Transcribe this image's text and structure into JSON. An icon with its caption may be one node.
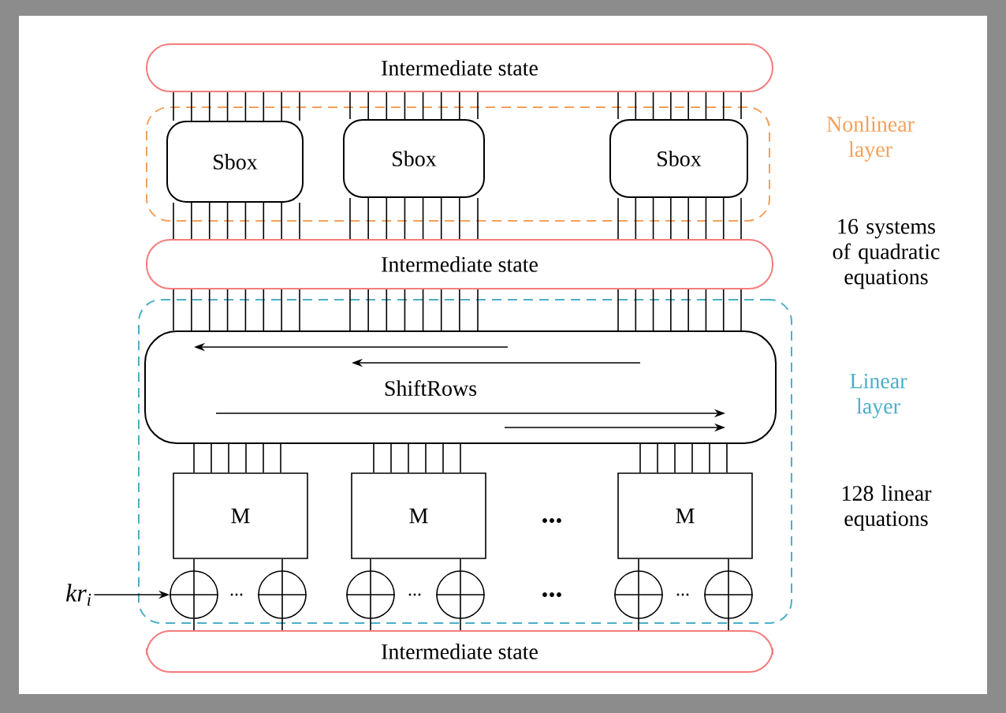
{
  "diagram": {
    "nodes": [
      {
        "text": [
          "Intermediate state"
        ]
      },
      {
        "text": [
          "Nonlinear layer"
        ]
      },
      {
        "text": [
          "Sbox"
        ],
        "in": 1
      },
      {
        "text": [
          "Sbox"
        ],
        "in": 1
      },
      {
        "text": [
          "Sbox"
        ],
        "in": 1
      },
      {
        "text": [
          "Intermediate state"
        ]
      },
      {
        "text": [
          "Linear layer"
        ]
      },
      {
        "text": [
          "ShiftRows"
        ],
        "in": 6
      },
      {
        "text": [
          "M"
        ],
        "in": 6
      },
      {
        "text": [
          "M"
        ],
        "in": 6
      },
      {
        "text": [
          "M"
        ],
        "in": 6
      },
      {
        "text": [
          "kr$_{i}$"
        ]
      },
      {
        "text": [],
        "shape": "circle",
        "in": 6
      },
      {
        "text": [],
        "shape": "circle",
        "in": 6
      },
      {
        "text": [],
        "shape": "circle",
        "in": 6
      },
      {
        "text": [],
        "shape": "circle",
        "in": 6
      },
      {
        "text": [],
        "shape": "circle",
        "in": 6
      },
      {
        "text": [],
        "shape": "circle",
        "in": 6
      },
      {
        "text": [
          "Intermediate state"
        ]
      }
    ],
    "edges": [
      {
        "from": 0,
        "to": 2,
        "arrow": "none"
      },
      {
        "from": 0,
        "to": 2,
        "arrow": "none"
      },
      {
        "from": 0,
        "to": 2,
        "arrow": "none"
      },
      {
        "from": 0,
        "to": 2,
        "arrow": "none"
      },
      {
        "from": 0,
        "to": 2,
        "arrow": "none"
      },
      {
        "from": 0,
        "to": 2,
        "arrow": "none"
      },
      {
        "from": 0,
        "to": 2,
        "arrow": "none"
      },
      {
        "from": 0,
        "to": 2,
        "arrow": "none"
      },
      {
        "from": 0,
        "to": 3,
        "arrow": "none"
      },
      {
        "from": 0,
        "to": 3,
        "arrow": "none"
      },
      {
        "from": 0,
        "to": 3,
        "arrow": "none"
      },
      {
        "from": 0,
        "to": 3,
        "arrow": "none"
      },
      {
        "from": 0,
        "to": 3,
        "arrow": "none"
      },
      {
        "from": 0,
        "to": 3,
        "arrow": "none"
      },
      {
        "from": 0,
        "to": 3,
        "arrow": "none"
      },
      {
        "from": 0,
        "to": 3,
        "arrow": "none"
      },
      {
        "from": 0,
        "to": 4,
        "arrow": "none"
      },
      {
        "from": 0,
        "to": 4,
        "arrow": "none"
      },
      {
        "from": 0,
        "to": 4,
        "arrow": "none"
      },
      {
        "from": 0,
        "to": 4,
        "arrow": "none"
      },
      {
        "from": 0,
        "to": 4,
        "arrow": "none"
      },
      {
        "from": 0,
        "to": 4,
        "arrow": "none"
      },
      {
        "from": 0,
        "to": 4,
        "arrow": "none"
      },
      {
        "from": 0,
        "to": 4,
        "arrow": "none"
      },
      {
        "from": 2,
        "to": 5,
        "arrow": "none"
      },
      {
        "from": 2,
        "to": 5,
        "arrow": "none"
      },
      {
        "from": 2,
        "to": 5,
        "arrow": "none"
      },
      {
        "from": 2,
        "to": 5,
        "arrow": "none"
      },
      {
        "from": 2,
        "to": 5,
        "arrow": "none"
      },
      {
        "from": 2,
        "to": 5,
        "arrow": "none"
      },
      {
        "from": 2,
        "to": 5,
        "arrow": "none"
      },
      {
        "from": 2,
        "to": 5,
        "arrow": "none"
      },
      {
        "from": 3,
        "to": 5,
        "arrow": "none"
      },
      {
        "from": 3,
        "to": 5,
        "arrow": "none"
      },
      {
        "from": 3,
        "to": 5,
        "arrow": "none"
      },
      {
        "from": 3,
        "to": 5,
        "arrow": "none"
      },
      {
        "from": 3,
        "to": 5,
        "arrow": "none"
      },
      {
        "from": 3,
        "to": 5,
        "arrow": "none"
      },
      {
        "from": 3,
        "to": 5,
        "arrow": "none"
      },
      {
        "from": 3,
        "to": 5,
        "arrow": "none"
      },
      {
        "from": 4,
        "to": 5,
        "arrow": "none"
      },
      {
        "from": 4,
        "to": 5,
        "arrow": "none"
      },
      {
        "from": 4,
        "to": 5,
        "arrow": "none"
      },
      {
        "from": 4,
        "to": 5,
        "arrow": "none"
      },
      {
        "from": 4,
        "to": 5,
        "arrow": "none"
      },
      {
        "from": 4,
        "to": 5,
        "arrow": "none"
      },
      {
        "from": 4,
        "to": 5,
        "arrow": "none"
      },
      {
        "from": 4,
        "to": 5,
        "arrow": "none"
      },
      {
        "from": 5,
        "to": 7,
        "arrow": "none"
      },
      {
        "from": 5,
        "to": 7,
        "arrow": "none"
      },
      {
        "from": 5,
        "to": 7,
        "arrow": "none"
      },
      {
        "from": 5,
        "to": 7,
        "arrow": "none"
      },
      {
        "from": 5,
        "to": 7,
        "arrow": "none"
      },
      {
        "from": 5,
        "to": 7,
        "arrow": "none"
      },
      {
        "from": 5,
        "to": 7,
        "arrow": "none"
      },
      {
        "from": 5,
        "to": 7,
        "arrow": "none"
      },
      {
        "from": 5,
        "to": 7,
        "arrow": "none"
      },
      {
        "from": 5,
        "to": 7,
        "arrow": "none"
      },
      {
        "from": 5,
        "to": 7,
        "arrow": "none"
      },
      {
        "from": 5,
        "to": 7,
        "arrow": "none"
      },
      {
        "from": 5,
        "to": 7,
        "arrow": "none"
      },
      {
        "from": 5,
        "to": 7,
        "arrow": "none"
      },
      {
        "from": 5,
        "to": 7,
        "arrow": "none"
      },
      {
        "from": 5,
        "to": 7,
        "arrow": "none"
      },
      {
        "from": 5,
        "to": 7,
        "arrow": "none"
      },
      {
        "from": 5,
        "to": 7,
        "arrow": "none"
      },
      {
        "from": 5,
        "to": 7,
        "arrow": "none"
      },
      {
        "from": 5,
        "to": 7,
        "arrow": "none"
      },
      {
        "from": 5,
        "to": 7,
        "arrow": "none"
      },
      {
        "from": 5,
        "to": 7,
        "arrow": "none"
      },
      {
        "from": 5,
        "to": 7,
        "arrow": "none"
      },
      {
        "from": 5,
        "to": 7,
        "arrow": "none"
      },
      {
        "from": 7,
        "to": 8,
        "arrow": "none"
      },
      {
        "from": 7,
        "to": 8,
        "arrow": "none"
      },
      {
        "from": 7,
        "to": 8,
        "arrow": "none"
      },
      {
        "from": 7,
        "to": 8,
        "arrow": "none"
      },
      {
        "from": 7,
        "to": 8,
        "arrow": "none"
      },
      {
        "from": 7,
        "to": 8,
        "arrow": "none"
      },
      {
        "from": 7,
        "to": 9,
        "arrow": "none"
      },
      {
        "from": 7,
        "to": 9,
        "arrow": "none"
      },
      {
        "from": 7,
        "to": 9,
        "arrow": "none"
      },
      {
        "from": 7,
        "to": 9,
        "arrow": "none"
      },
      {
        "from": 7,
        "to": 9,
        "arrow": "none"
      },
      {
        "from": 7,
        "to": 9,
        "arrow": "none"
      },
      {
        "from": 7,
        "to": 10,
        "arrow": "none"
      },
      {
        "from": 7,
        "to": 10,
        "arrow": "none"
      },
      {
        "from": 7,
        "to": 10,
        "arrow": "none"
      },
      {
        "from": 7,
        "to": 10,
        "arrow": "none"
      },
      {
        "from": 7,
        "to": 10,
        "arrow": "none"
      },
      {
        "from": 7,
        "to": 10,
        "arrow": "none"
      },
      {
        "from": 8,
        "to": 12,
        "arrow": "none"
      },
      {
        "from": 8,
        "to": 13,
        "arrow": "none"
      },
      {
        "from": 9,
        "to": 14,
        "arrow": "none"
      },
      {
        "from": 9,
        "to": 15,
        "arrow": "none"
      },
      {
        "from": 10,
        "to": 16,
        "arrow": "none"
      },
      {
        "from": 10,
        "to": 17,
        "arrow": "none"
      },
      {
        "from": 11,
        "to": 12,
        "arrow": "to"
      },
      {
        "from": 12,
        "to": 18,
        "arrow": "none"
      },
      {
        "from": 13,
        "to": 18,
        "arrow": "none"
      },
      {
        "from": 14,
        "to": 18,
        "arrow": "none"
      },
      {
        "from": 15,
        "to": 18,
        "arrow": "none"
      },
      {
        "from": 16,
        "to": 18,
        "arrow": "none"
      },
      {
        "from": 17,
        "to": 18,
        "arrow": "none"
      }
    ],
    "labels": [
      "16 systems of quadratic equations",
      "...",
      "128 linear equations",
      "...",
      "...",
      "...",
      "..."
    ]
  }
}
